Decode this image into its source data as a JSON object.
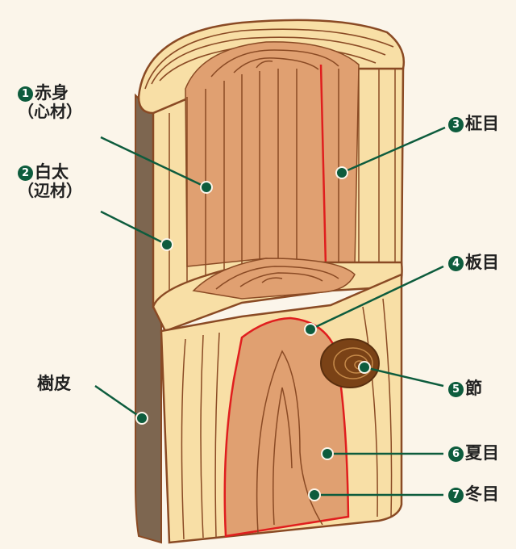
{
  "labels": {
    "heartwood": {
      "number": "1",
      "name": "赤身",
      "sub": "（心材）"
    },
    "sapwood": {
      "number": "2",
      "name": "白太",
      "sub": "（辺材）"
    },
    "bark": {
      "name": "樹皮"
    },
    "straight_grain": {
      "number": "3",
      "name": "柾目"
    },
    "flat_grain": {
      "number": "4",
      "name": "板目"
    },
    "knot": {
      "number": "5",
      "name": "節"
    },
    "earlywood": {
      "number": "6",
      "name": "夏目"
    },
    "latewood": {
      "number": "7",
      "name": "冬目"
    }
  },
  "colors": {
    "sapwood": "#f8dfa6",
    "heartwood": "#e0a071",
    "bark": "#7d6650",
    "outline": "#8a4a24",
    "grain_red": "#e01e1e",
    "leader": "#0d5c3d",
    "knot": "#7a4216",
    "background": "#fbf5ea"
  }
}
